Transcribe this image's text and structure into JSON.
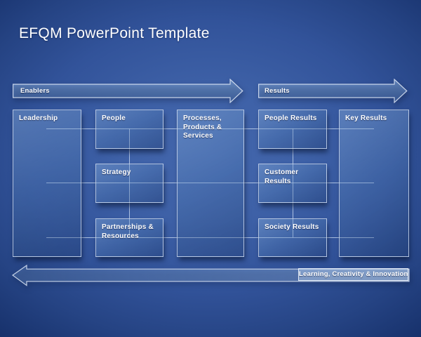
{
  "slide": {
    "title": "EFQM PowerPoint Template"
  },
  "arrows": {
    "enablers_label": "Enablers",
    "results_label": "Results",
    "learning_label": "Learning, Creativity & Innovation"
  },
  "boxes": {
    "leadership": "Leadership",
    "people": "People",
    "strategy": "Strategy",
    "partnerships": "Partnerships &\nResources",
    "processes": "Processes,\nProducts & Services",
    "people_results": "People Results",
    "customer_results": "Customer Results",
    "society_results": "Society Results",
    "key_results": "Key Results"
  },
  "colors": {
    "background_center": "#4467AD",
    "background_edge": "#16306A",
    "shape_border": "#D9E4F4",
    "text": "#FFFFFF"
  }
}
